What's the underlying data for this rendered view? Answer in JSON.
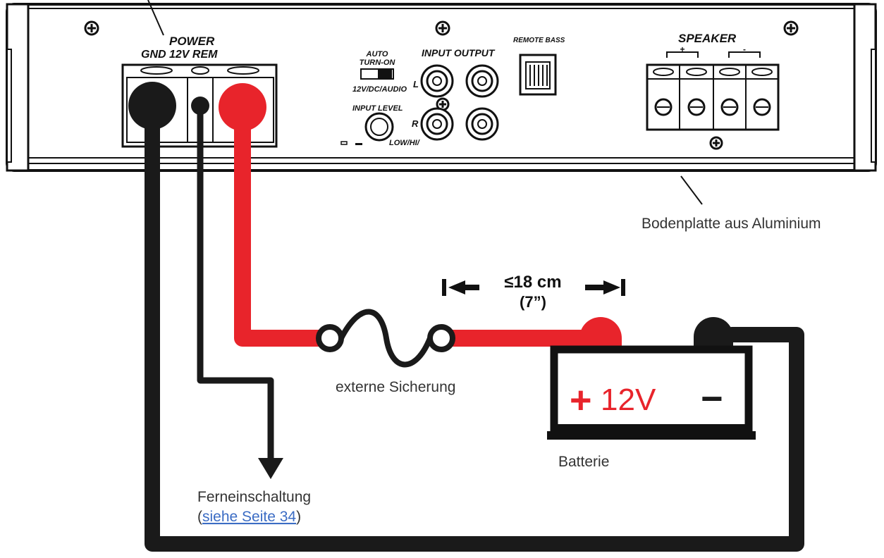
{
  "amplifier": {
    "power_title": "POWER",
    "power_terminals": "GND 12V REM",
    "auto_turn_on_line1": "AUTO",
    "auto_turn_on_line2": "TURN-ON",
    "auto_turn_on_modes": "12V/DC/AUDIO",
    "input_level": "INPUT LEVEL",
    "input_level_range": "LOW/HI/",
    "input_output": "INPUT OUTPUT",
    "channel_left": "L",
    "channel_right": "R",
    "remote_bass": "REMOTE BASS",
    "speaker": "SPEAKER",
    "speaker_plus": "+",
    "speaker_minus": "-"
  },
  "labels": {
    "base_plate": "Bodenplatte aus Aluminium",
    "distance": "≤18 cm",
    "distance_inch": "(7”)",
    "fuse": "externe Sicherung",
    "battery": "Batterie",
    "battery_plus": "+",
    "battery_voltage": "12V",
    "battery_minus": "−",
    "remote_turn_on": "Ferneinschaltung",
    "see_page_open": "(",
    "see_page_link": "siehe Seite 34",
    "see_page_close": ")"
  },
  "colors": {
    "positive_cable": "#e8242b",
    "ground_cable": "#1a1a1a",
    "link": "#3b6cc4"
  }
}
